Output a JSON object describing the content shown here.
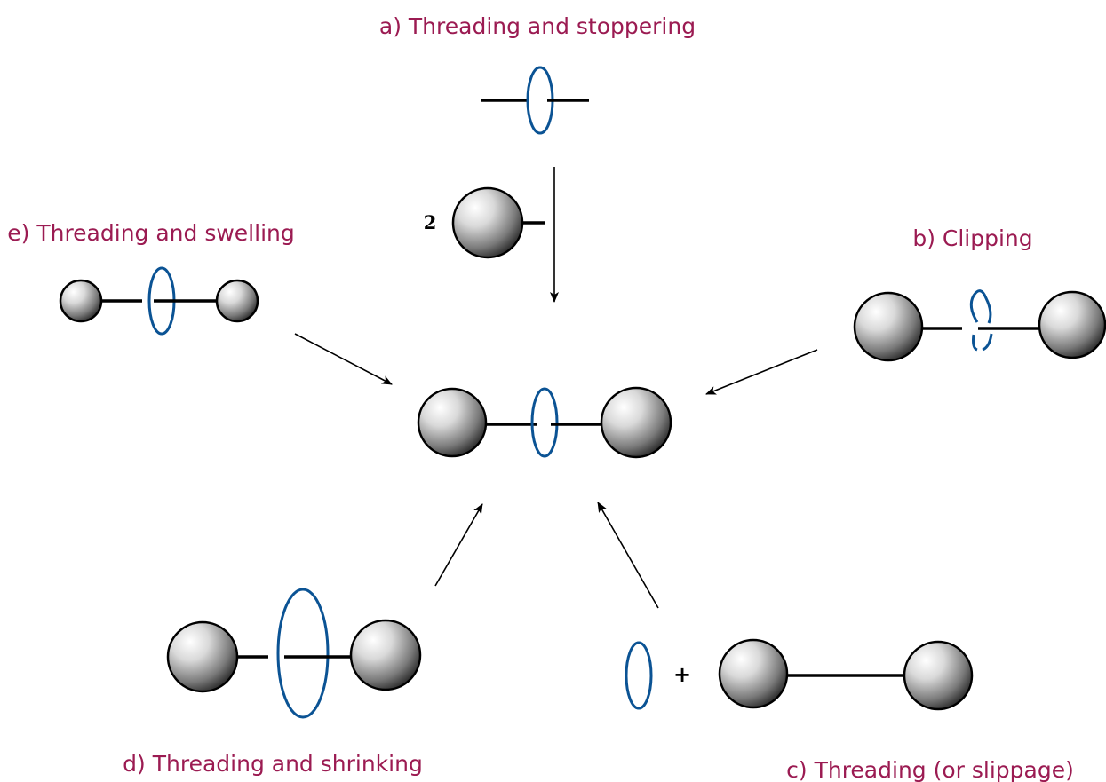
{
  "labels": {
    "a": "a) Threading and stoppering",
    "b": "b) Clipping",
    "c": "c) Threading (or slippage)",
    "d": "d) Threading and shrinking",
    "e": "e) Threading and swelling"
  },
  "stopper_count": "2",
  "plus_sign": "+",
  "colors": {
    "label": "#9b1b52",
    "ring": "#0b5394",
    "ball_light": "#ffffff",
    "ball_dark": "#2a2a2a"
  }
}
